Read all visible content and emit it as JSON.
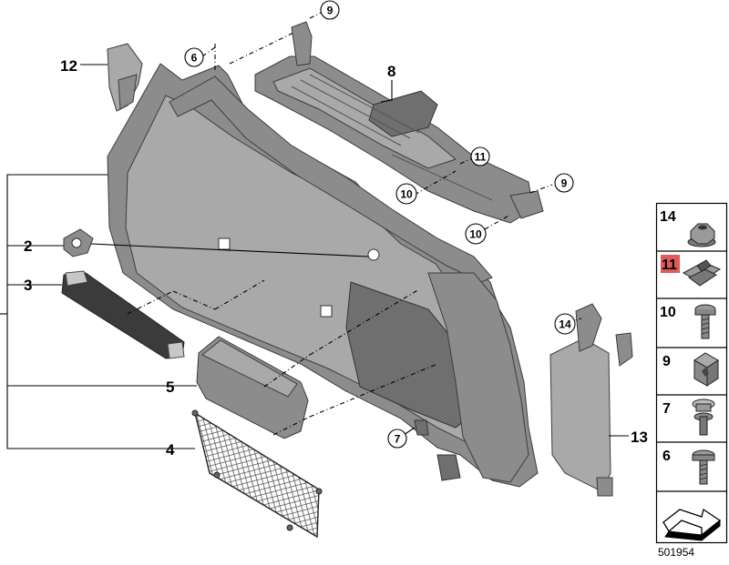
{
  "diagram": {
    "labels": {
      "p2": "2",
      "p3": "3",
      "p4": "4",
      "p5": "5",
      "p6": "6",
      "p7": "7",
      "p8": "8",
      "p9a": "9",
      "p9b": "9",
      "p10a": "10",
      "p10b": "10",
      "p11": "11",
      "p12": "12",
      "p13": "13",
      "p14": "14"
    },
    "panel": [
      "14",
      "11",
      "10",
      "9",
      "7",
      "6"
    ],
    "highlight_color": "#e05a5a",
    "doc_number": "501954"
  }
}
